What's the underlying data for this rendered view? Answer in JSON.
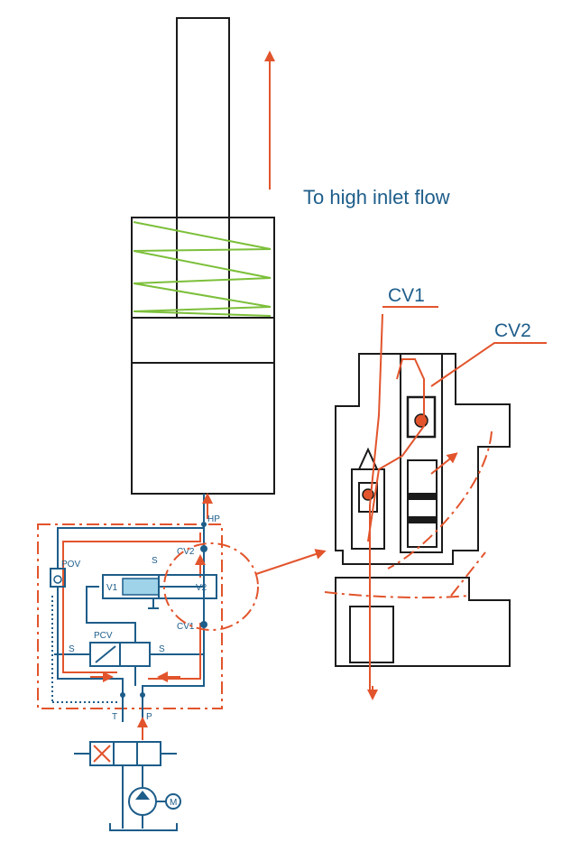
{
  "caption": "To high inlet flow",
  "callouts": {
    "cv1": "CV1",
    "cv2": "CV2"
  },
  "ports": {
    "hp": "HP",
    "t": "T",
    "p": "P"
  },
  "components": {
    "pov": "POV",
    "pcv": "PCV",
    "v1": "V1",
    "v2": "V2",
    "cv1_small": "CV1",
    "cv2_small": "CV2",
    "s_top": "S",
    "s_left": "S",
    "s_right": "S",
    "motor": "M"
  },
  "colors": {
    "outline": "#1a1a1a",
    "hydraulic_line": "#1d5d8a",
    "flow_path": "#e2542c",
    "spring": "#7cbf3a"
  }
}
